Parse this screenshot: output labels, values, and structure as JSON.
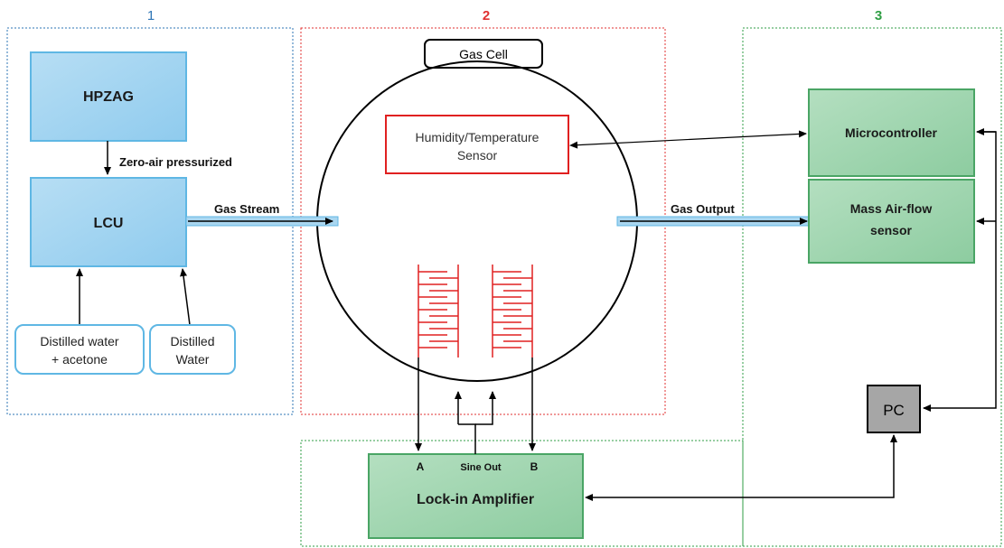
{
  "sections": {
    "one": {
      "label": "1",
      "color": "#2e75b6"
    },
    "two": {
      "label": "2",
      "color": "#e03131"
    },
    "three": {
      "label": "3",
      "color": "#2f9e44"
    }
  },
  "gas_cell": {
    "label": "Gas Cell"
  },
  "hpzag": {
    "label": "HPZAG"
  },
  "lcu": {
    "label": "LCU"
  },
  "zero_air": {
    "label": "Zero-air pressurized"
  },
  "gas_stream": {
    "label": "Gas Stream"
  },
  "gas_output": {
    "label": "Gas Output"
  },
  "source_acetone": {
    "line1": "Distilled water",
    "line2": "+ acetone"
  },
  "source_water": {
    "line1": "Distilled",
    "line2": "Water"
  },
  "humidity_sensor": {
    "line1": "Humidity/Temperature",
    "line2": "Sensor"
  },
  "microcontroller": {
    "label": "Microcontroller"
  },
  "mass_airflow": {
    "line1": "Mass Air-flow",
    "line2": "sensor"
  },
  "pc": {
    "label": "PC"
  },
  "lock_in": {
    "label": "Lock-in Amplifier",
    "port_a": "A",
    "port_b": "B",
    "sine_out": "Sine Out"
  },
  "colors": {
    "blue_box": "#a9d6f0",
    "blue_border": "#5fb7e4",
    "green_box": "#9fd5b0",
    "green_border": "#4aa565",
    "sensor_red": "#e02020",
    "pc_gray": "#a6a6a6"
  }
}
